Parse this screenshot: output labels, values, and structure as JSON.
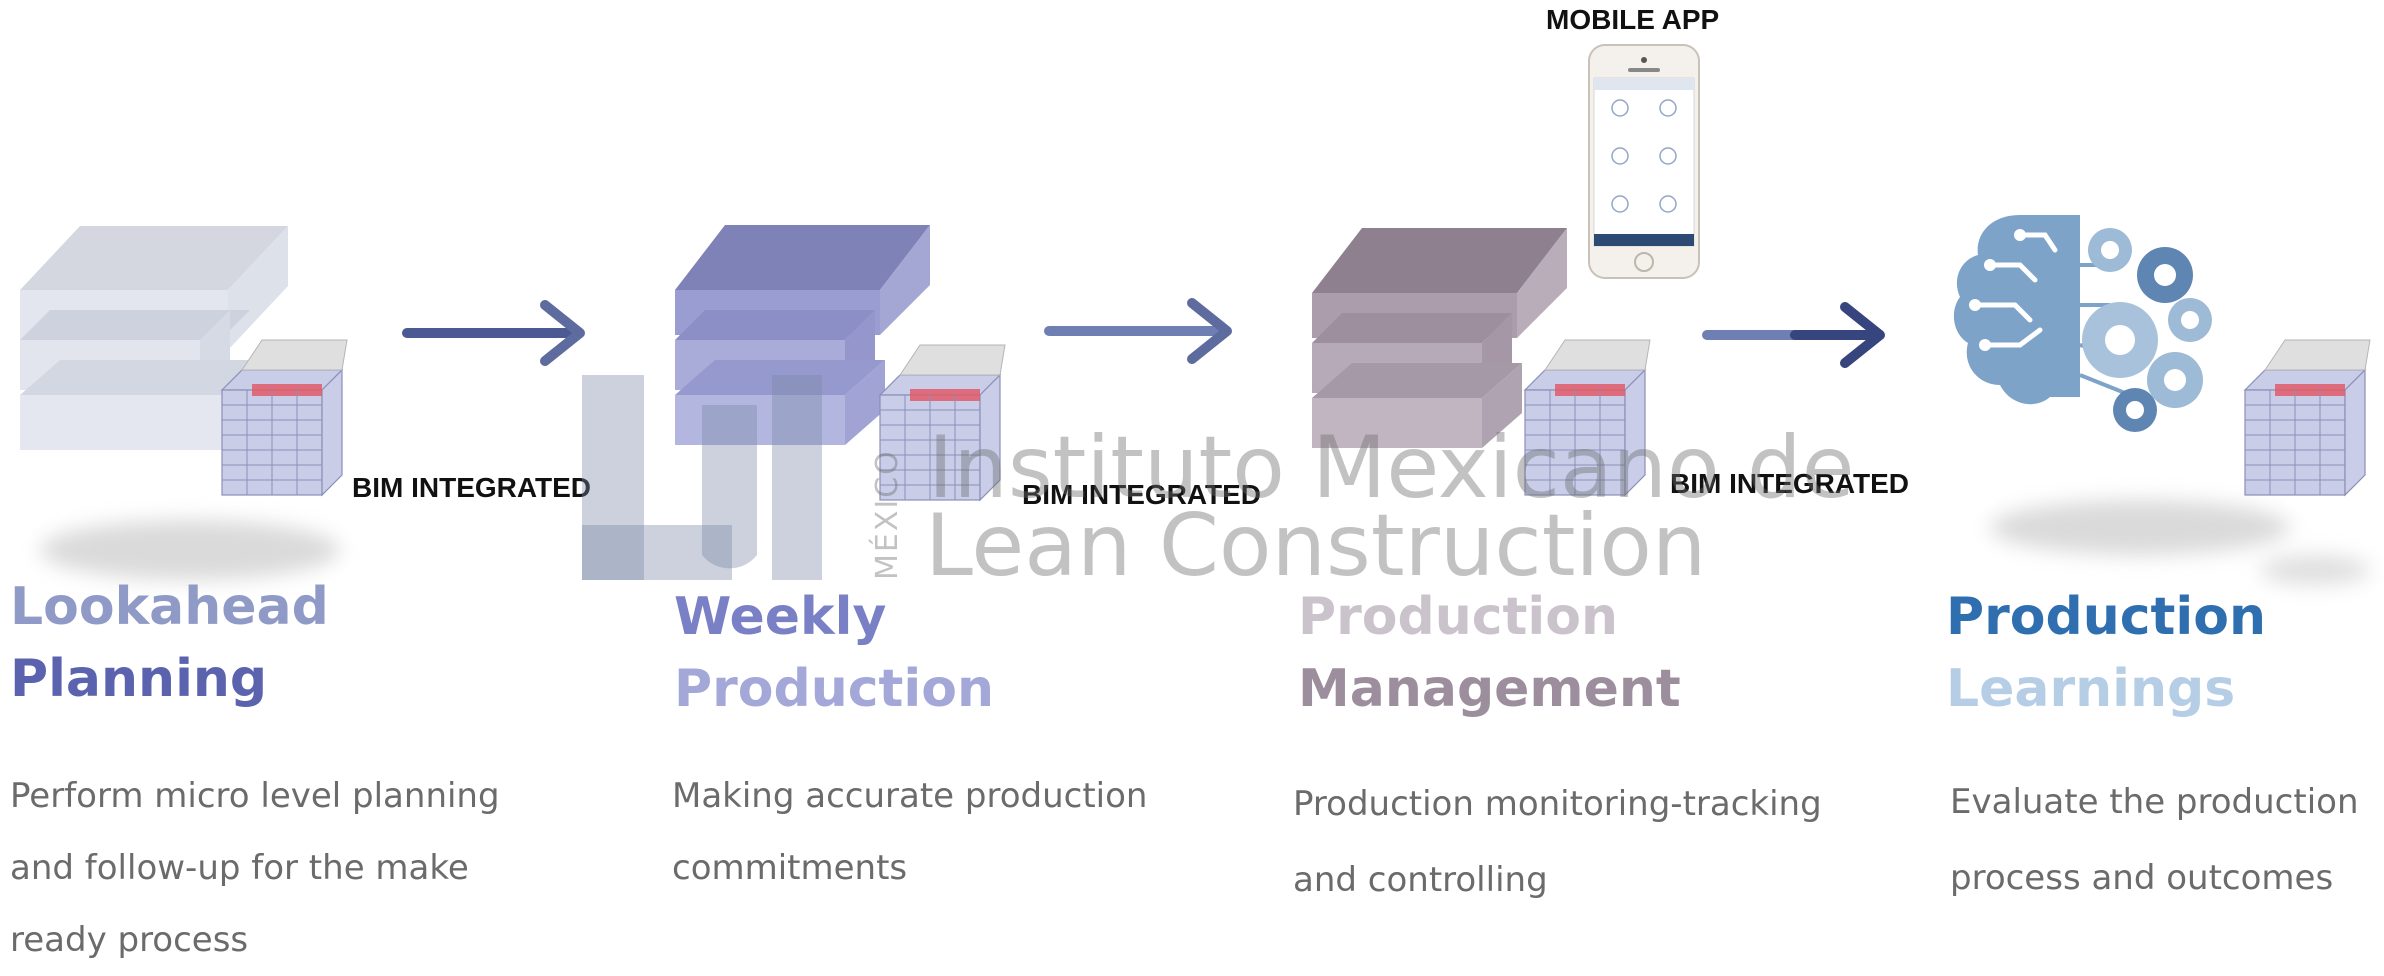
{
  "stages": [
    {
      "title_line1": "Lookahead",
      "title_line2": "Planning",
      "description": "Perform micro level planning and follow-up for the make ready process",
      "colors": {
        "line1": "#8f9ac7",
        "line2": "#5c63ae",
        "block": "#c8cdd9"
      }
    },
    {
      "title_line1": "Weekly",
      "title_line2": "Production",
      "description": "Making accurate production commitments",
      "colors": {
        "line1": "#7a80c6",
        "line2": "#a3a8d8",
        "block": "#8f92c9"
      }
    },
    {
      "title_line1": "Production",
      "title_line2": "Management",
      "description": "Production monitoring-tracking and controlling",
      "colors": {
        "line1": "#c7bfc8",
        "line2": "#9c8e9c",
        "block": "#a598a6"
      }
    },
    {
      "title_line1": "Production",
      "title_line2": "Learnings",
      "description": "Evaluate the production process and outcomes",
      "colors": {
        "line1": "#2f6fb0",
        "line2": "#b6cde6",
        "brain": "#7ea3c8"
      }
    }
  ],
  "connectors": [
    {
      "label": "BIM INTEGRATED"
    },
    {
      "label": "BIM INTEGRATED"
    },
    {
      "label": "BIM INTEGRATED"
    }
  ],
  "mobile_app": {
    "label": "MOBILE APP"
  },
  "watermark": {
    "line1": "Instituto Mexicano de",
    "line2": "Lean Construction",
    "country": "MÉXICO"
  },
  "palette": {
    "arrow": "#4b5a93",
    "arrow_light": "#6f7fb4",
    "text_dark": "#111111",
    "text_body": "#6b6b6b"
  }
}
